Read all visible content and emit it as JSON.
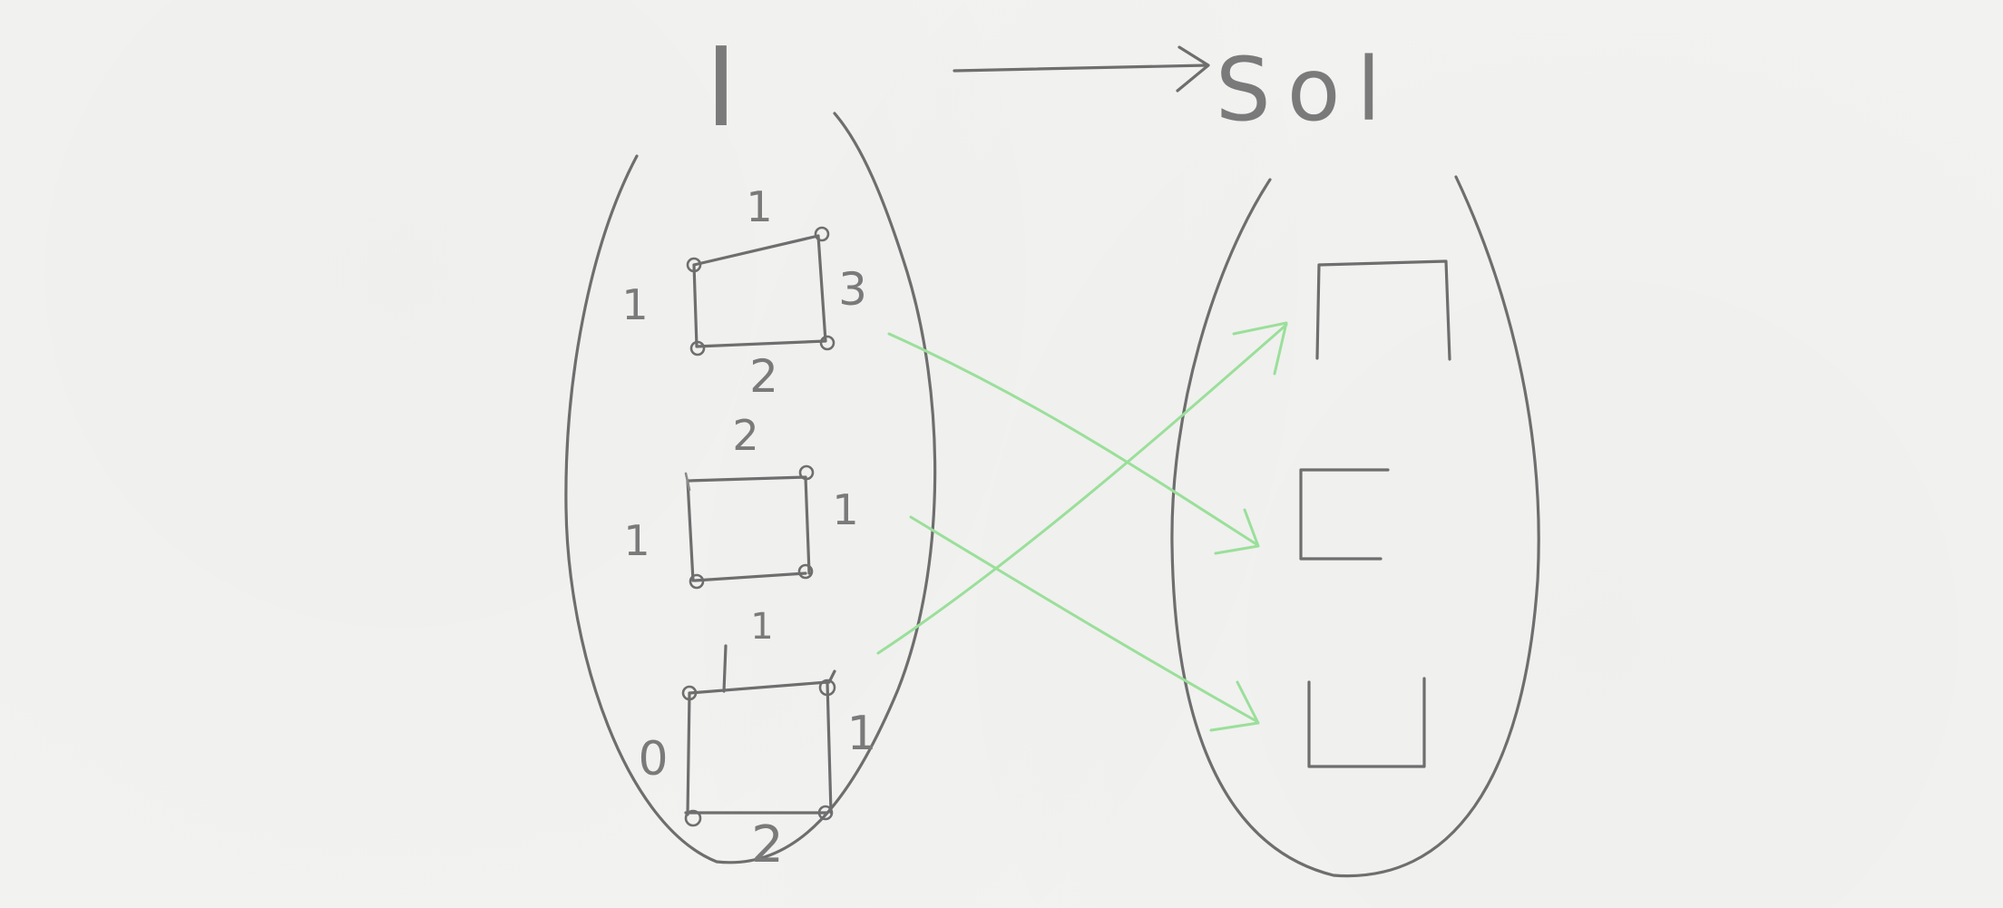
{
  "diagram": {
    "source_set_label": "I",
    "target_set_label": "Sol",
    "instances": [
      {
        "edges": {
          "top": "1",
          "left": "1",
          "right": "3",
          "bottom": "2"
        }
      },
      {
        "edges": {
          "top": "2",
          "left": "1",
          "right": "1",
          "bottom": ""
        }
      },
      {
        "edges": {
          "top": "1",
          "left": "0",
          "right": "1",
          "bottom": "2"
        }
      }
    ],
    "solution_shapes": [
      "top-left-right",
      "top-left-bottom",
      "left-right-bottom"
    ],
    "colors": {
      "pencil": "#6e6e6e",
      "mapping_arrows": "#9adf9a",
      "paper": "#f3f3f1"
    }
  }
}
